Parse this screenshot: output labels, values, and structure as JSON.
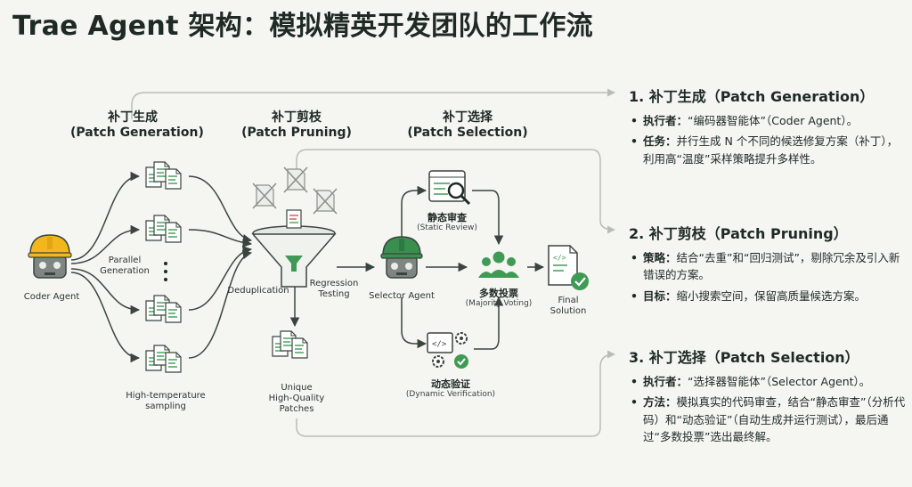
{
  "title": "Trae Agent 架构：模拟精英开发团队的工作流",
  "stages": {
    "generation": {
      "title": "补丁生成",
      "subtitle": "(Patch Generation)"
    },
    "pruning": {
      "title": "补丁剪枝",
      "subtitle": "(Patch Pruning)"
    },
    "selection": {
      "title": "补丁选择",
      "subtitle": "(Patch Selection)"
    }
  },
  "labels": {
    "coder_agent": "Coder Agent",
    "parallel": "Parallel",
    "generation": "Generation",
    "high_temp_1": "High-temperature",
    "high_temp_2": "sampling",
    "deduplication": "Deduplication",
    "regression_1": "Regression",
    "regression_2": "Testing",
    "unique_1": "Unique",
    "unique_2": "High-Quality",
    "unique_3": "Patches",
    "selector_agent": "Selector Agent",
    "static_cn": "静态审查",
    "static_en": "(Static Review)",
    "dynamic_cn": "动态验证",
    "dynamic_en": "(Dynamic Verification)",
    "majority_cn": "多数投票",
    "majority_en": "(Majority Voting)",
    "final_1": "Final",
    "final_2": "Solution"
  },
  "panel": [
    {
      "title": "1. 补丁生成（Patch Generation）",
      "bullets": [
        {
          "key": "执行者：",
          "text": "“编码器智能体”（Coder Agent）。"
        },
        {
          "key": "任务：",
          "text": "并行生成 N 个不同的候选修复方案（补丁），利用高“温度”采样策略提升多样性。"
        }
      ]
    },
    {
      "title": "2. 补丁剪枝（Patch Pruning）",
      "bullets": [
        {
          "key": "策略：",
          "text": "结合“去重”和“回归测试”，剔除冗余及引入新错误的方案。"
        },
        {
          "key": "目标：",
          "text": "缩小搜索空间，保留高质量候选方案。"
        }
      ]
    },
    {
      "title": "3. 补丁选择（Patch Selection）",
      "bullets": [
        {
          "key": "执行者：",
          "text": "“选择器智能体”（Selector Agent）。"
        },
        {
          "key": "方法：",
          "text": "模拟真实的代码审查，结合“静态审查”（分析代码）和“动态验证”（自动生成并运行测试），最后通过“多数投票”选出最终解。"
        }
      ]
    }
  ],
  "colors": {
    "accent_green": "#3f9a56",
    "helmet_yellow": "#f2b71d",
    "helmet_green": "#3a8f4e",
    "line": "#3b4540",
    "bracket": "#b9bdb7",
    "reject_red": "#c94a42"
  }
}
